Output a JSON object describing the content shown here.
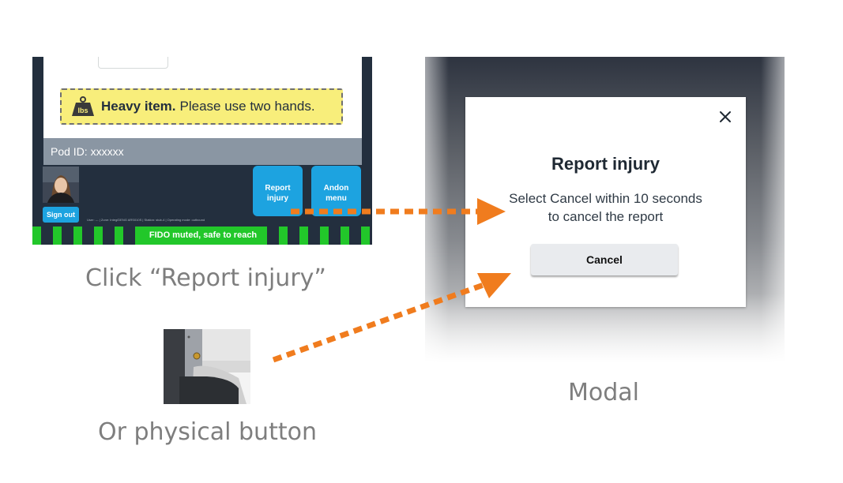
{
  "station_screen": {
    "heavy_item_bold": "Heavy item.",
    "heavy_item_text": "Please use two hands.",
    "weight_icon_label": "lbs",
    "pod_id": "Pod ID: xxxxxx",
    "sign_out_label": "Sign out",
    "report_injury_label": "Report injury",
    "andon_menu_label": "Andon menu",
    "user_info": "User: --- | Zone: Integ/DENG ARS010S | Station: stub-4 | Operating mode: outbound",
    "fido_status": "FIDO muted, safe to reach"
  },
  "captions": {
    "click": "Click “Report injury”",
    "physical": "Or physical button",
    "modal": "Modal"
  },
  "modal": {
    "title": "Report injury",
    "body_line1": "Select Cancel within 10 seconds",
    "body_line2": "to cancel the report",
    "cancel_label": "Cancel",
    "close_icon": "close-icon"
  },
  "colors": {
    "arrow": "#f07c1e",
    "accent_blue": "#1da3e0",
    "status_green": "#22c72a",
    "dark_navy": "#232f3e",
    "warning_yellow": "#f8ee7b",
    "caption_gray": "#7e7e7e"
  }
}
